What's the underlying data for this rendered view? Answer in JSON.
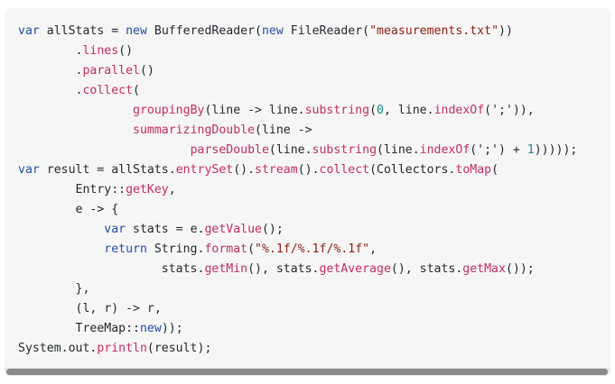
{
  "code": {
    "language": "java",
    "lines": [
      [
        [
          "kw",
          "var"
        ],
        [
          "p",
          " allStats = "
        ],
        [
          "kw",
          "new"
        ],
        [
          "p",
          " BufferedReader("
        ],
        [
          "kw",
          "new"
        ],
        [
          "p",
          " FileReader("
        ],
        [
          "str",
          "\"measurements.txt\""
        ],
        [
          "p",
          "))"
        ]
      ],
      [
        [
          "p",
          "        ."
        ],
        [
          "fn",
          "lines"
        ],
        [
          "p",
          "()"
        ]
      ],
      [
        [
          "p",
          "        ."
        ],
        [
          "fn",
          "parallel"
        ],
        [
          "p",
          "()"
        ]
      ],
      [
        [
          "p",
          "        ."
        ],
        [
          "fn",
          "collect"
        ],
        [
          "p",
          "("
        ]
      ],
      [
        [
          "p",
          "                "
        ],
        [
          "fn",
          "groupingBy"
        ],
        [
          "p",
          "(line -> line."
        ],
        [
          "fn",
          "substring"
        ],
        [
          "p",
          "("
        ],
        [
          "num",
          "0"
        ],
        [
          "p",
          ", line."
        ],
        [
          "fn",
          "indexOf"
        ],
        [
          "p",
          "(';')),"
        ]
      ],
      [
        [
          "p",
          "                "
        ],
        [
          "fn",
          "summarizingDouble"
        ],
        [
          "p",
          "(line ->"
        ]
      ],
      [
        [
          "p",
          "                        "
        ],
        [
          "fn",
          "parseDouble"
        ],
        [
          "p",
          "(line."
        ],
        [
          "fn",
          "substring"
        ],
        [
          "p",
          "(line."
        ],
        [
          "fn",
          "indexOf"
        ],
        [
          "p",
          "(';') + "
        ],
        [
          "num",
          "1"
        ],
        [
          "p",
          ")))));"
        ]
      ],
      [
        [
          "kw",
          "var"
        ],
        [
          "p",
          " result = allStats."
        ],
        [
          "fn",
          "entrySet"
        ],
        [
          "p",
          "()."
        ],
        [
          "fn",
          "stream"
        ],
        [
          "p",
          "()."
        ],
        [
          "fn",
          "collect"
        ],
        [
          "p",
          "(Collectors."
        ],
        [
          "fn",
          "toMap"
        ],
        [
          "p",
          "("
        ]
      ],
      [
        [
          "p",
          "        Entry::"
        ],
        [
          "fn",
          "getKey"
        ],
        [
          "p",
          ","
        ]
      ],
      [
        [
          "p",
          "        e -> {"
        ]
      ],
      [
        [
          "p",
          "            "
        ],
        [
          "kw",
          "var"
        ],
        [
          "p",
          " stats = e."
        ],
        [
          "fn",
          "getValue"
        ],
        [
          "p",
          "();"
        ]
      ],
      [
        [
          "p",
          "            "
        ],
        [
          "kw",
          "return"
        ],
        [
          "p",
          " String."
        ],
        [
          "fn",
          "format"
        ],
        [
          "p",
          "("
        ],
        [
          "str",
          "\"%.1f/%.1f/%.1f\""
        ],
        [
          "p",
          ","
        ]
      ],
      [
        [
          "p",
          "                    stats."
        ],
        [
          "fn",
          "getMin"
        ],
        [
          "p",
          "(), stats."
        ],
        [
          "fn",
          "getAverage"
        ],
        [
          "p",
          "(), stats."
        ],
        [
          "fn",
          "getMax"
        ],
        [
          "p",
          "());"
        ]
      ],
      [
        [
          "p",
          "        },"
        ]
      ],
      [
        [
          "p",
          "        (l, r) -> r,"
        ]
      ],
      [
        [
          "p",
          "        TreeMap::"
        ],
        [
          "kw",
          "new"
        ],
        [
          "p",
          "));"
        ]
      ],
      [
        [
          "p",
          "System.out."
        ],
        [
          "fn",
          "println"
        ],
        [
          "p",
          "(result);"
        ]
      ]
    ]
  },
  "colors": {
    "keyword": "#1f4fa6",
    "method": "#c82b63",
    "string": "#8f1d12",
    "number": "#0d8a8a",
    "background": "#f6f6f6"
  }
}
